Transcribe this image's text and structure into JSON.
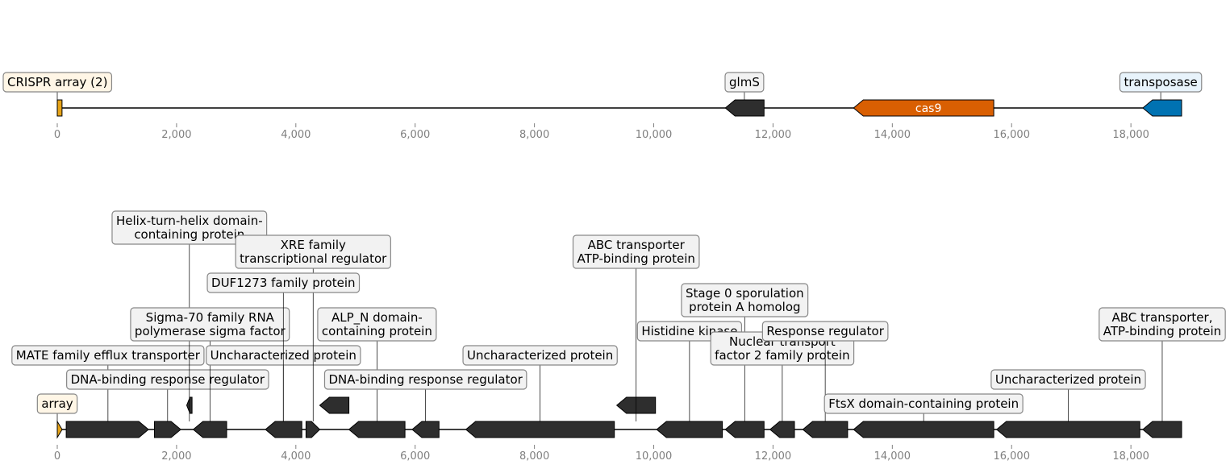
{
  "colors": {
    "dark_gene": "#2e2e2e",
    "cas9": "#d95f02",
    "crispr": "#e6a317",
    "transposase": "#0072b2",
    "label_bg_default": "#f2f2f2",
    "label_bg_crispr": "#fff6e6",
    "label_bg_transposase": "#e8f3fb",
    "label_border": "#888888",
    "tick_color": "#808080"
  },
  "axis": {
    "min": 0,
    "max": 18850,
    "ticks": [
      0,
      2000,
      4000,
      6000,
      8000,
      10000,
      12000,
      14000,
      16000,
      18000
    ],
    "tick_labels": [
      "0",
      "2,000",
      "4,000",
      "6,000",
      "8,000",
      "10,000",
      "12,000",
      "14,000",
      "16,000",
      "18,000"
    ]
  },
  "tracks": [
    {
      "id": "overview",
      "features": [
        {
          "start": 0,
          "end": 80,
          "strand": "+",
          "kind": "crispr",
          "name": "crispr-array-overview",
          "inner_label": ""
        },
        {
          "start": 11200,
          "end": 11850,
          "strand": "-",
          "kind": "dark",
          "name": "glms-gene",
          "inner_label": ""
        },
        {
          "start": 13350,
          "end": 15700,
          "strand": "-",
          "kind": "cas9",
          "name": "cas9-gene",
          "inner_label": "cas9"
        },
        {
          "start": 18200,
          "end": 18850,
          "strand": "-",
          "kind": "transposase",
          "name": "transposase-gene",
          "inner_label": ""
        }
      ],
      "labels": [
        {
          "lines": [
            "CRISPR array (2)"
          ],
          "anchor": 0,
          "level": 0,
          "bg": "label_bg_crispr",
          "name": "label-crispr-array-2",
          "align": "start"
        },
        {
          "lines": [
            "glmS"
          ],
          "anchor": 11520,
          "level": 0,
          "bg": "label_bg_default",
          "name": "label-glms"
        },
        {
          "lines": [
            "transposase"
          ],
          "anchor": 18500,
          "level": 0,
          "bg": "label_bg_transposase",
          "name": "label-transposase"
        }
      ]
    },
    {
      "id": "detail",
      "features": [
        {
          "start": 0,
          "end": 80,
          "strand": "+",
          "kind": "crispr",
          "name": "crispr-array-detail"
        },
        {
          "start": 150,
          "end": 1530,
          "strand": "+",
          "kind": "dark",
          "name": "gene-mate-efflux"
        },
        {
          "start": 1630,
          "end": 2070,
          "strand": "+",
          "kind": "dark",
          "name": "gene-dna-binding-rr-1"
        },
        {
          "start": 2170,
          "end": 2260,
          "strand": "-",
          "kind": "dark",
          "name": "gene-hth-domain",
          "lane": 1
        },
        {
          "start": 2280,
          "end": 2840,
          "strand": "-",
          "kind": "dark",
          "name": "gene-sigma70"
        },
        {
          "start": 3490,
          "end": 4100,
          "strand": "-",
          "kind": "dark",
          "name": "gene-uncharacterized-1"
        },
        {
          "start": 4170,
          "end": 4400,
          "strand": "+",
          "kind": "dark",
          "name": "gene-xre-regulator"
        },
        {
          "start": 4400,
          "end": 4890,
          "strand": "-",
          "kind": "dark",
          "name": "gene-duf1273",
          "lane": 1
        },
        {
          "start": 4890,
          "end": 5830,
          "strand": "-",
          "kind": "dark",
          "name": "gene-alp-n"
        },
        {
          "start": 5950,
          "end": 6400,
          "strand": "-",
          "kind": "dark",
          "name": "gene-dna-binding-rr-2"
        },
        {
          "start": 6850,
          "end": 9340,
          "strand": "-",
          "kind": "dark",
          "name": "gene-uncharacterized-2"
        },
        {
          "start": 9380,
          "end": 10030,
          "strand": "-",
          "kind": "dark",
          "name": "gene-abc-atp-binding",
          "lane": 1
        },
        {
          "start": 10050,
          "end": 11150,
          "strand": "-",
          "kind": "dark",
          "name": "gene-histidine-kinase"
        },
        {
          "start": 11200,
          "end": 11850,
          "strand": "-",
          "kind": "dark",
          "name": "gene-stage0-spo0a"
        },
        {
          "start": 11950,
          "end": 12360,
          "strand": "-",
          "kind": "dark",
          "name": "gene-ntf2"
        },
        {
          "start": 12500,
          "end": 13250,
          "strand": "-",
          "kind": "dark",
          "name": "gene-response-regulator"
        },
        {
          "start": 13350,
          "end": 15700,
          "strand": "-",
          "kind": "dark",
          "name": "gene-ftsx"
        },
        {
          "start": 15750,
          "end": 18150,
          "strand": "-",
          "kind": "dark",
          "name": "gene-uncharacterized-3"
        },
        {
          "start": 18200,
          "end": 18850,
          "strand": "-",
          "kind": "dark",
          "name": "gene-abc-transporter"
        }
      ],
      "labels": [
        {
          "lines": [
            "array"
          ],
          "anchor": 0,
          "level": 0,
          "bg": "label_bg_crispr",
          "name": "label-array",
          "align": "start"
        },
        {
          "lines": [
            "MATE family efflux transporter"
          ],
          "anchor": 850,
          "level": 2,
          "bg": "label_bg_default",
          "name": "label-mate-efflux"
        },
        {
          "lines": [
            "DNA-binding response regulator"
          ],
          "anchor": 1850,
          "level": 1,
          "bg": "label_bg_default",
          "name": "label-dna-binding-rr-1"
        },
        {
          "lines": [
            "Helix-turn-helix domain-",
            "containing protein"
          ],
          "anchor": 2215,
          "level": 7,
          "bg": "label_bg_default",
          "name": "label-hth-domain"
        },
        {
          "lines": [
            "Sigma-70 family RNA",
            "polymerase sigma factor"
          ],
          "anchor": 2560,
          "level": 3,
          "bg": "label_bg_default",
          "name": "label-sigma70"
        },
        {
          "lines": [
            "Uncharacterized protein"
          ],
          "anchor": 3790,
          "level": 2,
          "bg": "label_bg_default",
          "name": "label-uncharacterized-1"
        },
        {
          "lines": [
            "XRE family",
            "transcriptional regulator"
          ],
          "anchor": 4290,
          "level": 6,
          "bg": "label_bg_default",
          "name": "label-xre-regulator"
        },
        {
          "lines": [
            "DUF1273 family protein"
          ],
          "anchor": 3790,
          "level": 5,
          "bg": "label_bg_default",
          "name": "label-duf1273"
        },
        {
          "lines": [
            "ALP_N domain-",
            "containing protein"
          ],
          "anchor": 5360,
          "level": 3,
          "bg": "label_bg_default",
          "name": "label-alp-n"
        },
        {
          "lines": [
            "DNA-binding response regulator"
          ],
          "anchor": 6175,
          "level": 1,
          "bg": "label_bg_default",
          "name": "label-dna-binding-rr-2"
        },
        {
          "lines": [
            "Uncharacterized protein"
          ],
          "anchor": 8095,
          "level": 2,
          "bg": "label_bg_default",
          "name": "label-uncharacterized-2"
        },
        {
          "lines": [
            "ABC transporter",
            "ATP-binding protein"
          ],
          "anchor": 9705,
          "level": 6,
          "bg": "label_bg_default",
          "name": "label-abc-atp-binding"
        },
        {
          "lines": [
            "Histidine kinase"
          ],
          "anchor": 10600,
          "level": 3,
          "bg": "label_bg_default",
          "name": "label-histidine-kinase"
        },
        {
          "lines": [
            "Stage 0 sporulation",
            "protein A homolog"
          ],
          "anchor": 11525,
          "level": 4,
          "bg": "label_bg_default",
          "name": "label-stage0-spo0a"
        },
        {
          "lines": [
            "Nuclear transport",
            "factor 2 family protein"
          ],
          "anchor": 12155,
          "level": 2,
          "bg": "label_bg_default",
          "name": "label-ntf2"
        },
        {
          "lines": [
            "Response regulator"
          ],
          "anchor": 12875,
          "level": 3,
          "bg": "label_bg_default",
          "name": "label-response-regulator"
        },
        {
          "lines": [
            "FtsX domain-containing protein"
          ],
          "anchor": 14525,
          "level": 0,
          "bg": "label_bg_default",
          "name": "label-ftsx"
        },
        {
          "lines": [
            "Uncharacterized protein"
          ],
          "anchor": 16950,
          "level": 1,
          "bg": "label_bg_default",
          "name": "label-uncharacterized-3"
        },
        {
          "lines": [
            "ABC transporter,",
            "ATP-binding protein"
          ],
          "anchor": 18525,
          "level": 3,
          "bg": "label_bg_default",
          "name": "label-abc-transporter"
        }
      ]
    }
  ]
}
